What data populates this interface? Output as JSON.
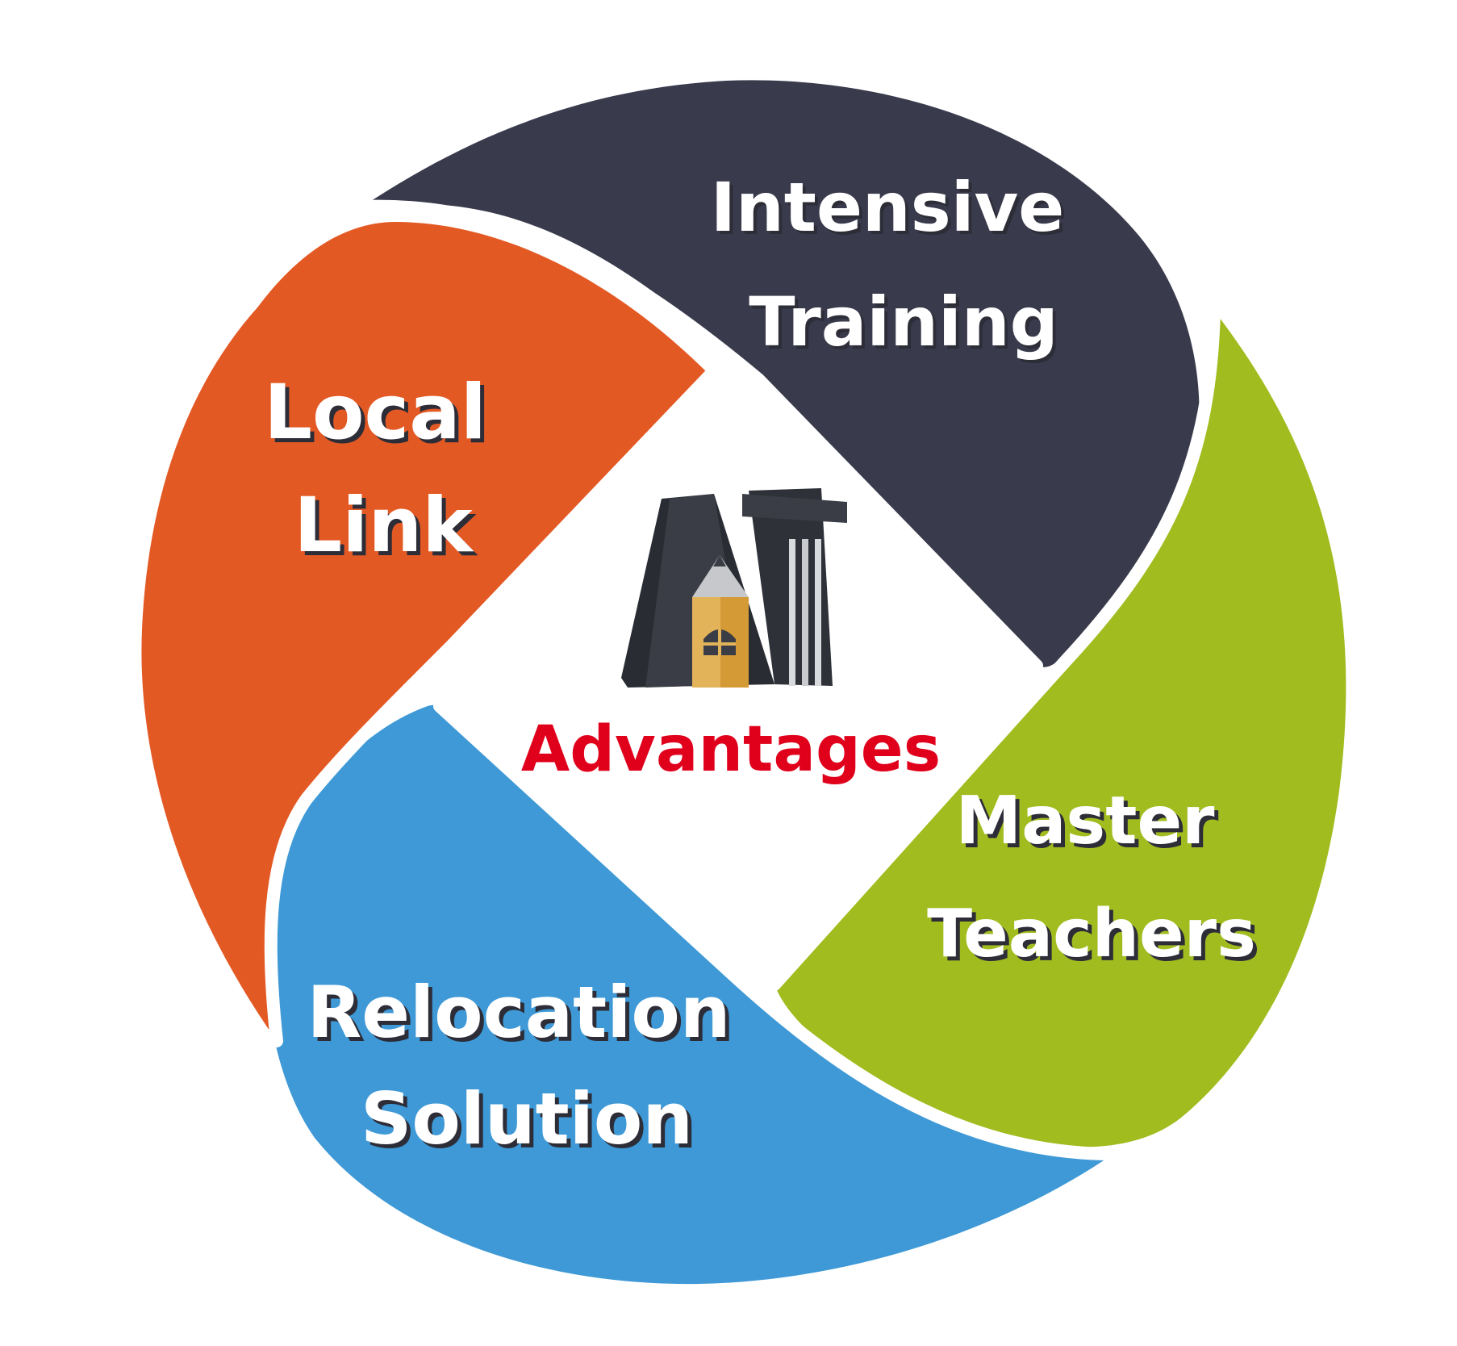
{
  "diagram": {
    "center": {
      "label": "Advantages",
      "label_color": "#e0001b",
      "icon": "pencil-house-building-icon"
    },
    "segments": [
      {
        "id": "intensive",
        "line1": "Intensive",
        "line2": "Training",
        "color": "#393a4c"
      },
      {
        "id": "master",
        "line1": "Master",
        "line2": "Teachers",
        "color": "#a1bc1f"
      },
      {
        "id": "relocation",
        "line1": "Relocation",
        "line2": "Solution",
        "color": "#3e99d6"
      },
      {
        "id": "local",
        "line1": "Local",
        "line2": "Link",
        "color": "#e35924"
      }
    ],
    "label_shadow_color": "#2d2d38"
  }
}
